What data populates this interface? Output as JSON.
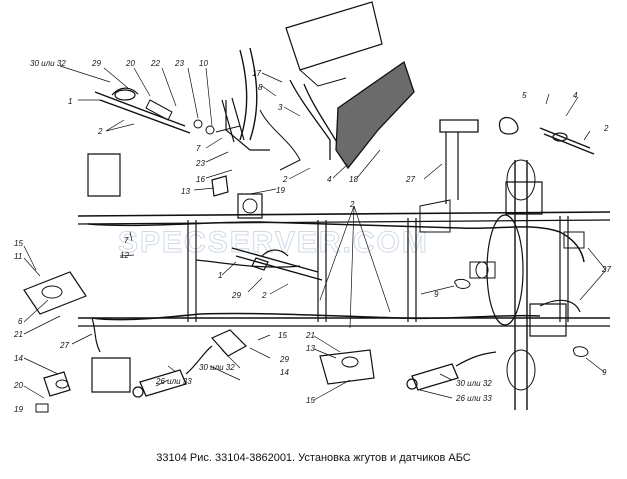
{
  "caption": "33104 Рис. 33104-3862001. Установка жгутов и датчиков АБС",
  "watermark": "SPECSERVER.COM",
  "callouts": [
    {
      "id": "c30a",
      "text": "30 или 32"
    },
    {
      "id": "c29a",
      "text": "29"
    },
    {
      "id": "c20a",
      "text": "20"
    },
    {
      "id": "c22a",
      "text": "22"
    },
    {
      "id": "c23a",
      "text": "23"
    },
    {
      "id": "c10a",
      "text": "10"
    },
    {
      "id": "c1a",
      "text": "1"
    },
    {
      "id": "c2a",
      "text": "2"
    },
    {
      "id": "c7a",
      "text": "7"
    },
    {
      "id": "c23b",
      "text": "23"
    },
    {
      "id": "c16a",
      "text": "16"
    },
    {
      "id": "c17a",
      "text": "17"
    },
    {
      "id": "c8a",
      "text": "8"
    },
    {
      "id": "c3a",
      "text": "3"
    },
    {
      "id": "c2b",
      "text": "2"
    },
    {
      "id": "c4a",
      "text": "4"
    },
    {
      "id": "c18a",
      "text": "18"
    },
    {
      "id": "c13a",
      "text": "13"
    },
    {
      "id": "c19a",
      "text": "19"
    },
    {
      "id": "c2c",
      "text": "2"
    },
    {
      "id": "c5a",
      "text": "5"
    },
    {
      "id": "c4b",
      "text": "4"
    },
    {
      "id": "c2d",
      "text": "2"
    },
    {
      "id": "c27a",
      "text": "27"
    },
    {
      "id": "c7b",
      "text": "7"
    },
    {
      "id": "c12a",
      "text": "12"
    },
    {
      "id": "c15a",
      "text": "15"
    },
    {
      "id": "c11a",
      "text": "11"
    },
    {
      "id": "c6a",
      "text": "6"
    },
    {
      "id": "c21a",
      "text": "21"
    },
    {
      "id": "c1b",
      "text": "1"
    },
    {
      "id": "c29b",
      "text": "29"
    },
    {
      "id": "c2e",
      "text": "2"
    },
    {
      "id": "c27b",
      "text": "27"
    },
    {
      "id": "c9a",
      "text": "9"
    },
    {
      "id": "c27c",
      "text": "27"
    },
    {
      "id": "c14a",
      "text": "14"
    },
    {
      "id": "c20b",
      "text": "20"
    },
    {
      "id": "c19b",
      "text": "19"
    },
    {
      "id": "c15b",
      "text": "15"
    },
    {
      "id": "c30b",
      "text": "30 или 32"
    },
    {
      "id": "c29c",
      "text": "29"
    },
    {
      "id": "c14b",
      "text": "14"
    },
    {
      "id": "c26a",
      "text": "26 или 33"
    },
    {
      "id": "c21b",
      "text": "21"
    },
    {
      "id": "c13b",
      "text": "13"
    },
    {
      "id": "c15c",
      "text": "15"
    },
    {
      "id": "c30c",
      "text": "30 или 32"
    },
    {
      "id": "c26b",
      "text": "26 или 33"
    },
    {
      "id": "c9b",
      "text": "9"
    }
  ]
}
